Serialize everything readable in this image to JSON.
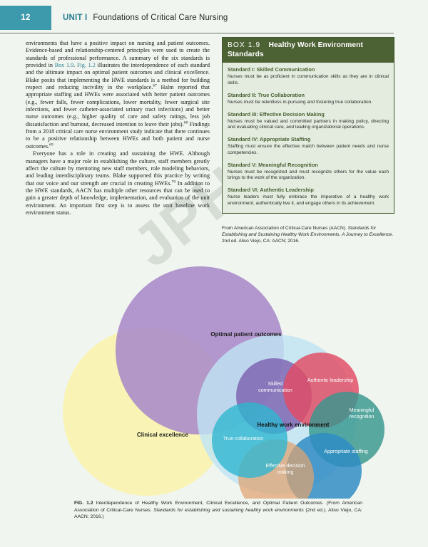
{
  "header": {
    "folio": "12",
    "unit_label": "UNIT I",
    "running_title": "Foundations of Critical Care Nursing",
    "accent_color": "#3d9aad"
  },
  "body": {
    "paragraph_1_a": "environments that have a positive impact on nursing and patient outcomes. Evidence-based and relationship-centered principles were used to create the standards of professional performance. A summary of the six standards is provided in ",
    "xref_box": "Box 1.9",
    "paragraph_1_b": ". ",
    "xref_fig": "Fig. 1.2",
    "paragraph_1_c": " illustrates the interdependence of each standard and the ultimate impact on optimal patient outcomes and clinical excellence. Blake posits that implementing the HWE standards is a method for building respect and reducing incivility in the workplace.",
    "ref_67": "67",
    "paragraph_1_d": " Halm reported that appropriate staffing and HWEs were associated with better patient outcomes (e.g., fewer falls, fewer complications, lower mortality, fewer surgical site infections, and fewer catheter-associated urinary tract infections) and better nurse outcomes (e.g., higher quality of care and safety ratings, less job dissatisfaction and burnout, decreased intention to leave their jobs).",
    "ref_68": "68",
    "paragraph_1_e": " Findings from a 2018 critical care nurse environment study indicate that there continues to be a positive relationship between HWEs and both patient and nurse outcomes.",
    "ref_69": "69",
    "paragraph_2_a": "Everyone has a role in creating and sustaining the HWE. Although managers have a major role in establishing the culture, staff members greatly affect the culture by mentoring new staff members, role modeling behaviors, and leading interdisciplinary teams. Blake supported this practice by writing that our voice and our strength are crucial in creating HWEs.",
    "ref_70": "70",
    "paragraph_2_b": " In addition to the HWE standards, AACN has multiple other resources that can be used to gain a greater depth of knowledge, implementation, and evaluation of the unit environment. An important first step is to assess the unit baseline work environment status."
  },
  "box": {
    "number": "BOX 1.9",
    "title": "Healthy Work Environment Standards",
    "header_color": "#4d6234",
    "body_color": "#e4ecdf",
    "standards": [
      {
        "heading": "Standard I: Skilled Communication",
        "text": "Nurses must be as proficient in communication skills as they are in clinical skills."
      },
      {
        "heading": "Standard II: True Collaboration",
        "text": "Nurses must be relentless in pursuing and fostering true collaboration."
      },
      {
        "heading": "Standard III: Effective Decision Making",
        "text": "Nurses must be valued and committed partners in making policy, directing and evaluating clinical care, and leading organizational operations."
      },
      {
        "heading": "Standard IV: Appropriate Staffing",
        "text": "Staffing must ensure the effective match between patient needs and nurse competencies."
      },
      {
        "heading": "Standard V: Meaningful Recognition",
        "text": "Nurses must be recognized and must recognize others for the value each brings to the work of the organization."
      },
      {
        "heading": "Standard VI: Authentic Leadership",
        "text": "Nurse leaders must fully embrace the imperative of a healthy work environment, authentically live it, and engage others in its achievement."
      }
    ],
    "source_a": "From American Association of Critical-Care Nurses (AACN). ",
    "source_italic": "Standards for Establishing and Sustaining Healthy Work Environments. A Journey to Excellence.",
    "source_b": " 2nd ed. Aliso Viejo, CA: AACN; 2016."
  },
  "figure": {
    "caption_label": "FIG. 1.2",
    "caption_a": " Interdependence of Healthy Work Environment, Clinical Excellence, and Optimal Patient Outcomes. (From American Association of Critical-Care Nurses. ",
    "caption_italic": "Standards for establishing and sustaining healthy work environments",
    "caption_b": " (2nd ed.). Aliso Viejo, CA: AACN; 2016.)",
    "labels": {
      "optimal": "Optimal patient outcomes",
      "clinical": "Clinical excellence",
      "hwe": "Healthy work environment",
      "skilled": "Skilled communication",
      "authentic": "Authentic leadership",
      "meaningful": "Meaningful recognition",
      "appropriate": "Appropriate staffing",
      "effective": "Effective decision making",
      "true": "True collaboration"
    },
    "colors": {
      "optimal": "#a98ac9",
      "clinical": "#faf3b0",
      "hwe": "#c9e8f5",
      "skilled": "#8d74bb",
      "authentic": "#e24a63",
      "meaningful": "#3f9e9e",
      "appropriate": "#3d92c4",
      "effective": "#e3b98e",
      "true": "#3fb9cf"
    }
  },
  "watermark": {
    "text": "JPH"
  }
}
